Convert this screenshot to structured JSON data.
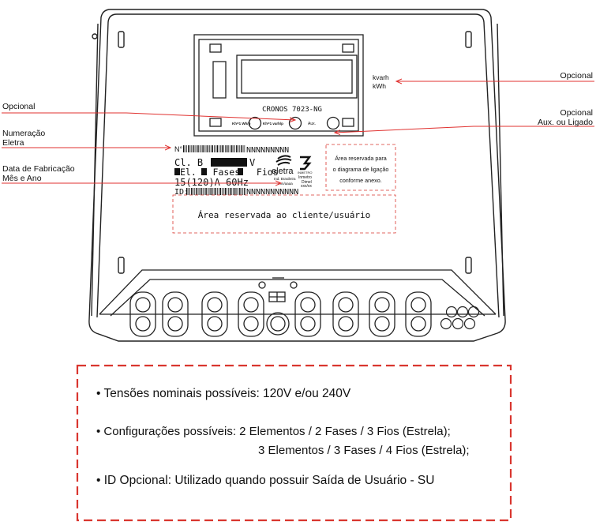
{
  "callouts": {
    "opcional_left": "Opcional",
    "numeracao": "Numeração",
    "eletra": "Eletra",
    "data_fabricacao": "Data de Fabricação",
    "mes_ano": "Mês e Ano",
    "opcional_right": "Opcional",
    "opcional_right2": "Opcional",
    "aux_ligado": "Aux. ou Ligado"
  },
  "meter": {
    "model": "CRONOS 7023-NG",
    "unit_kvarh": "kvarh",
    "unit_kwh": "kWh",
    "led1": "Kh=1 Wh/p",
    "led2": "Kh=1 varh/p",
    "aux_label": "Aux.",
    "serial_prefix": "N°",
    "serial_suffix": "NNNNNNNNN",
    "class_label": "Cl. B",
    "voltage_unit": "V",
    "config_line": "El. Fases Fios",
    "current_line": "15(120)A 60Hz",
    "id_label": "ID:",
    "id_suffix": "NNNNNNNNNNN",
    "brand": "eletra",
    "made_in": "Ind. Brasileira",
    "date_format": "mm/aaaa",
    "inmetro": "INMETRO",
    "inmetro2": "Inmetro",
    "dimel": "Dimel",
    "approval": "xxx/xx",
    "reserved_diagram_1": "Área reservada para",
    "reserved_diagram_2": "o diagrama de ligação",
    "reserved_diagram_3": "conforme anexo.",
    "reserved_client": "Área reservada ao cliente/usuário"
  },
  "notes": {
    "line1": "• Tensões nominais possíveis: 120V e/ou 240V",
    "line2a": "• Configurações possíveis: 2 Elementos / 2 Fases / 3 Fios (Estrela);",
    "line2b": "3 Elementos / 3 Fases / 4 Fios (Estrela);",
    "line3": "• ID Opcional: Utilizado quando possuir Saída de Usuário - SU"
  },
  "colors": {
    "callout_line": "#e0312f",
    "dashed_border": "#d9362f",
    "outline": "#222222"
  }
}
